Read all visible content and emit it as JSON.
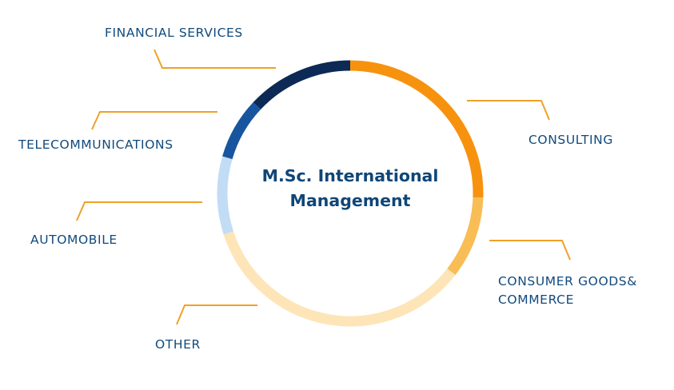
{
  "title": {
    "line1": "M.Sc. International",
    "line2": "Management"
  },
  "segments": [
    {
      "name": "Consulting",
      "label": "CONSULTING",
      "share": 0.255,
      "color": "#f7920f"
    },
    {
      "name": "Consumer Goods",
      "label_lines": [
        "CONSUMER GOODS&",
        "COMMERCE"
      ],
      "share": 0.1,
      "color": "#f8bd55"
    },
    {
      "name": "Other",
      "label": "OTHER",
      "share": 0.345,
      "color": "#fde5b8"
    },
    {
      "name": "Automobile",
      "label": "AUTOMOBILE",
      "share": 0.095,
      "color": "#c3dcf6"
    },
    {
      "name": "Telecommunications",
      "label": "TELECOMMUNICATIONS",
      "share": 0.075,
      "color": "#17559f"
    },
    {
      "name": "Financial Services",
      "label": "FINANCIAL SERVICES",
      "share": 0.13,
      "color": "#0c2a55"
    }
  ],
  "colors": {
    "text": "#114a7c",
    "leader": "#f0a028"
  }
}
